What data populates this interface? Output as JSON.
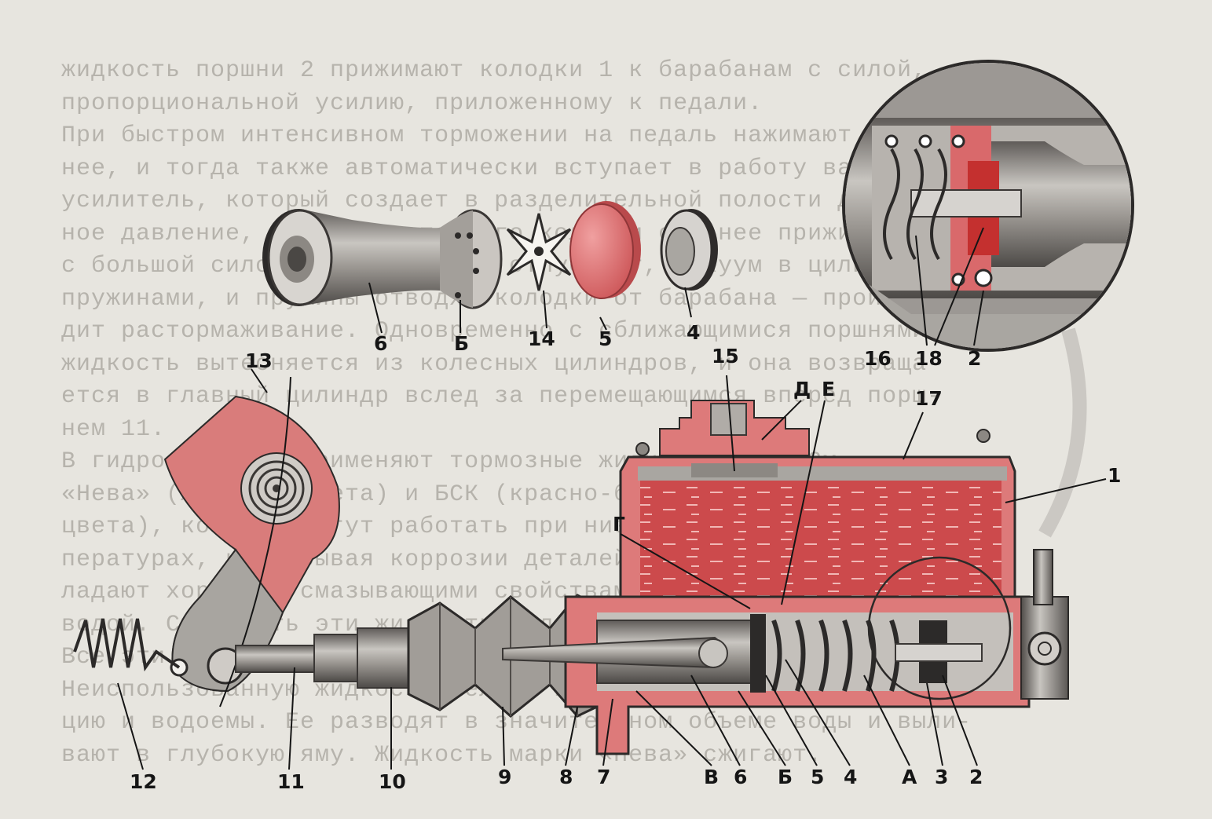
{
  "background_text": [
    "жидкость поршни 2 прижимают колодки 1 к барабанам с силой,",
    "пропорциональной усилию, приложенному к педали.",
    "При быстром интенсивном торможении на педаль нажимают силь-",
    "нее, и тогда также автоматически вступает в работу вакуумный",
    "усилитель, который создает в разделительной полости дополнитель-",
    "ное давление, в результате чего колодки сильнее прижимаются к барабанам",
    "с большой силой. Когда педаль отпускают, вакуум в цилиндрах 4 поршни 2",
    "пружинами, и пружины отводят колодки от барабана — происхо-",
    "дит растормаживание. Одновременно с сближающимися поршнями",
    "жидкость вытесняется из колесных цилиндров, и она возвраща-",
    "ется в главный цилиндр вслед за перемещающимся вперед порш-",
    "нем 11.",
    "В гидросистемах применяют тормозные жидкости ГТЖ-22м,",
    "«Нева» (желтого цвета) и БСК (красно-бурого зеленого",
    "цвета), которые могут работать при низких и высоких тем-",
    "пературах, не вызывая коррозии деталей и резиновых манжет; об-",
    "ладают хорошими смазывающими свойствами и не разбавляются",
    "водой. Смешивать эти жидкости нельзя — образуется осадок.",
    "Все эти жидкости ядовиты, обращаться с ними следует осторожно.",
    "Неиспользованную жидкость нельзя выливать на землю, в канализа-",
    "цию и водоемы. Ее разводят в значительном объеме воды и выли-",
    "вают в глубокую яму. Жидкость марки «Нева» сжигают."
  ],
  "labels": {
    "top_6": "6",
    "top_B": "Б",
    "top_14": "14",
    "top_5": "5",
    "top_4": "4",
    "inset_16": "16",
    "inset_18": "18",
    "inset_2": "2",
    "l13": "13",
    "l15": "15",
    "lD": "Д",
    "lE": "Е",
    "l17": "17",
    "l1": "1",
    "lG": "Г",
    "l12": "12",
    "l11": "11",
    "l10": "10",
    "l9": "9",
    "l8": "8",
    "l7": "7",
    "lV": "В",
    "l6": "6",
    "lB": "Б",
    "l5": "5",
    "l4": "4",
    "lA": "А",
    "l3": "3",
    "l2": "2"
  },
  "colors": {
    "red_section": "#d9696b",
    "fluid": "#cc4a4c",
    "metal": "#8e8a86",
    "paper": "#e7e5df"
  }
}
